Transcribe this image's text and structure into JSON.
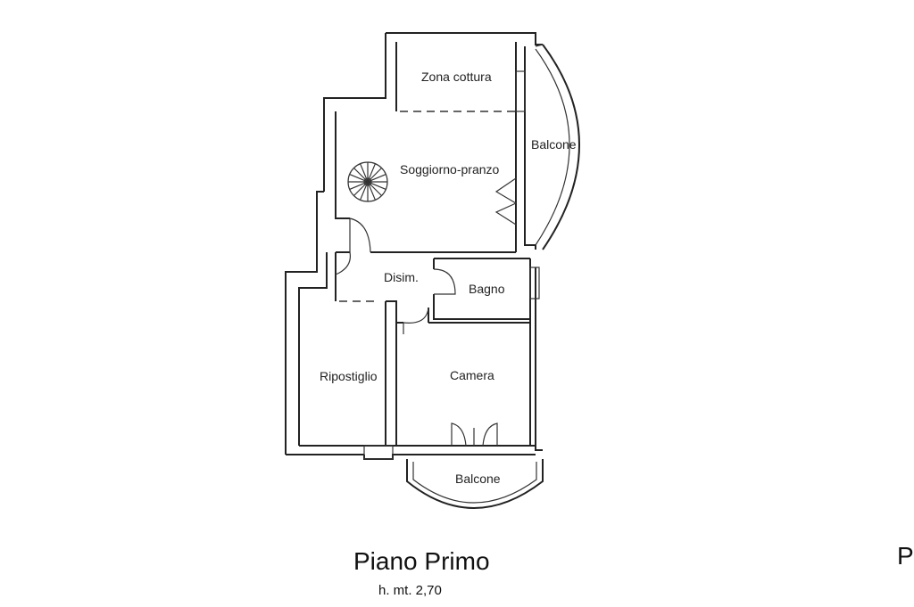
{
  "plan": {
    "title": "Piano Primo",
    "height_note": "h. mt. 2,70",
    "cut_off_title": "P",
    "rooms": {
      "kitchen": "Zona cottura",
      "living": "Soggiorno-pranzo",
      "balcony_east": "Balcone",
      "hall": "Disim.",
      "bathroom": "Bagno",
      "storage": "Ripostiglio",
      "bedroom": "Camera",
      "balcony_south": "Balcone"
    },
    "icons": {
      "stair": "spiral-staircase-icon",
      "door": "door-swing-icon"
    }
  }
}
